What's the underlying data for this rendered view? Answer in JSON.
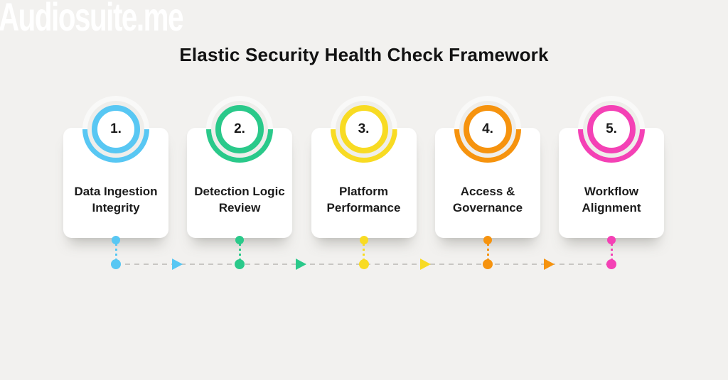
{
  "watermark": "Audiosuite.me",
  "title": "Elastic Security Health Check Framework",
  "colors": {
    "background": "#F2F1EF",
    "card": "#FFFFFF",
    "text": "#1B1B1B",
    "connector_line": "#C8C6C3"
  },
  "steps": [
    {
      "number": "1.",
      "label_line1": "Data Ingestion",
      "label_line2": "Integrity",
      "color": "#58C7F3"
    },
    {
      "number": "2.",
      "label_line1": "Detection Logic",
      "label_line2": "Review",
      "color": "#2AC98A"
    },
    {
      "number": "3.",
      "label_line1": "Platform",
      "label_line2": "Performance",
      "color": "#F8DB23"
    },
    {
      "number": "4.",
      "label_line1": "Access &",
      "label_line2": "Governance",
      "color": "#F6930E"
    },
    {
      "number": "5.",
      "label_line1": "Workflow",
      "label_line2": "Alignment",
      "color": "#F441B5"
    }
  ]
}
